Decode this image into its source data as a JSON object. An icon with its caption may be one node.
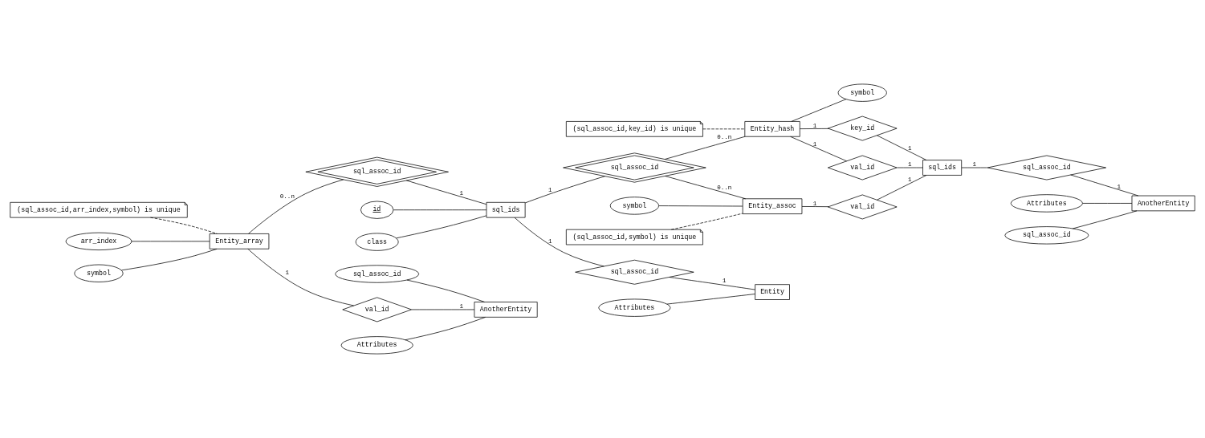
{
  "diagram": {
    "nodes": [
      {
        "text": [
          "(sql_assoc_id,arr_index,symbol) is unique"
        ]
      },
      {
        "text": [
          "(sql_assoc_id,symbol) is unique"
        ]
      },
      {
        "text": [
          "arr_index"
        ]
      },
      {
        "text": [
          "id"
        ]
      },
      {
        "text": [
          "class"
        ]
      },
      {
        "text": [
          "symbol"
        ]
      },
      {
        "text": [
          "symbol"
        ]
      },
      {
        "text": [
          "Entity_array"
        ]
      },
      {
        "text": [
          "sql_assoc_id"
        ]
      },
      {
        "text": [
          "sql_ids"
        ]
      },
      {
        "text": [
          "sql_assoc_id"
        ]
      },
      {
        "text": [
          "Entity_assoc"
        ]
      },
      {
        "text": [
          "val_id"
        ]
      },
      {
        "text": [
          "val_id"
        ]
      },
      {
        "text": [
          "sql_assoc_id"
        ]
      },
      {
        "text": [
          "Attributes"
        ]
      },
      {
        "text": [
          "Entity_hash"
        ]
      },
      {
        "text": [
          "key_id"
        ]
      },
      {
        "text": [
          "sql_ids"
        ]
      },
      {
        "text": [
          "val_id"
        ]
      },
      {
        "text": [
          "Attributes"
        ]
      },
      {
        "text": [
          "AnotherEntity"
        ]
      },
      {
        "text": [
          "Entity"
        ]
      },
      {
        "text": [
          "symbol"
        ]
      },
      {
        "text": [
          "sql_assoc_id"
        ]
      },
      {
        "text": [
          "(sql_assoc_id,key_id) is unique"
        ]
      },
      {
        "text": [
          "sql_assoc_id"
        ]
      },
      {
        "text": [
          "Attributes"
        ]
      },
      {
        "text": [
          "AnotherEntity"
        ]
      },
      {
        "text": [
          "sql_assoc_id"
        ]
      }
    ],
    "edges": [
      {
        "from": 0,
        "to": 7,
        "arrow": "none",
        "style": "dashed"
      },
      {
        "from": 2,
        "to": 7,
        "arrow": "none"
      },
      {
        "from": 6,
        "to": 7,
        "arrow": "none"
      },
      {
        "from": 7,
        "to": 8,
        "arrow": "none",
        "label": "0..n"
      },
      {
        "from": 8,
        "to": 9,
        "arrow": "none",
        "label": "1"
      },
      {
        "from": 3,
        "to": 9,
        "arrow": "none"
      },
      {
        "from": 4,
        "to": 9,
        "arrow": "none"
      },
      {
        "from": 9,
        "to": 10,
        "arrow": "none",
        "label": "1"
      },
      {
        "from": 10,
        "to": 11,
        "arrow": "none",
        "label": "0..n"
      },
      {
        "from": 1,
        "to": 11,
        "arrow": "none",
        "style": "dashed"
      },
      {
        "from": 5,
        "to": 11,
        "arrow": "none"
      },
      {
        "from": 11,
        "to": 12,
        "arrow": "none",
        "label": "1"
      },
      {
        "from": 12,
        "to": 18,
        "arrow": "none",
        "label": "1"
      },
      {
        "from": 7,
        "to": 13,
        "arrow": "none",
        "label": "1"
      },
      {
        "from": 13,
        "to": 21,
        "arrow": "none",
        "label": "1"
      },
      {
        "from": 20,
        "to": 21,
        "arrow": "none"
      },
      {
        "from": 26,
        "to": 21,
        "arrow": "none"
      },
      {
        "from": 9,
        "to": 14,
        "arrow": "none",
        "label": "1"
      },
      {
        "from": 14,
        "to": 22,
        "arrow": "none",
        "label": "1"
      },
      {
        "from": 15,
        "to": 22,
        "arrow": "none"
      },
      {
        "from": 10,
        "to": 16,
        "arrow": "none",
        "label": "0..n"
      },
      {
        "from": 16,
        "to": 17,
        "arrow": "none",
        "label": "1"
      },
      {
        "from": 17,
        "to": 18,
        "arrow": "none",
        "label": "1"
      },
      {
        "from": 16,
        "to": 19,
        "arrow": "none",
        "label": "1"
      },
      {
        "from": 19,
        "to": 18,
        "arrow": "none",
        "label": "1"
      },
      {
        "from": 16,
        "to": 23,
        "arrow": "none"
      },
      {
        "from": 25,
        "to": 16,
        "arrow": "none",
        "style": "dashed"
      },
      {
        "from": 18,
        "to": 24,
        "arrow": "none",
        "label": "1"
      },
      {
        "from": 24,
        "to": 28,
        "arrow": "none",
        "label": "1"
      },
      {
        "from": 27,
        "to": 28,
        "arrow": "none"
      },
      {
        "from": 29,
        "to": 28,
        "arrow": "none"
      }
    ]
  }
}
